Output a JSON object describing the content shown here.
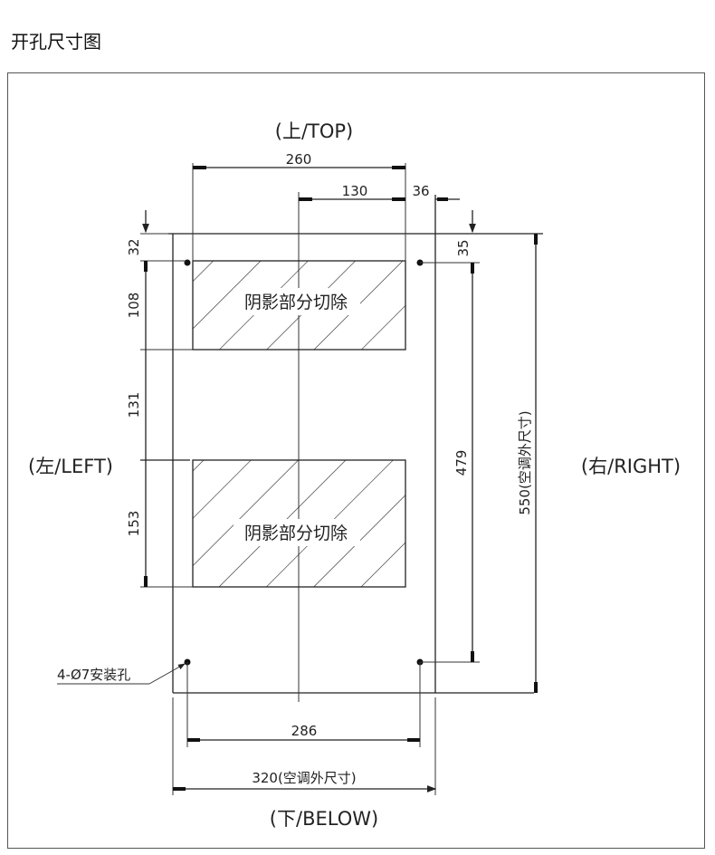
{
  "title": "开孔尺寸图",
  "labels": {
    "top": "(上/TOP)",
    "left": "(左/LEFT)",
    "right": "(右/RIGHT)",
    "below": "(下/BELOW)",
    "cutout_upper": "阴影部分切除",
    "cutout_lower": "阴影部分切除",
    "holes": "4-Ø7安装孔"
  },
  "dimensions": {
    "d260": "260",
    "d130": "130",
    "d36": "36",
    "d32": "32",
    "d108": "108",
    "d131": "131",
    "d153": "153",
    "d35": "35",
    "d479": "479",
    "d550": "550(空调外尺寸)",
    "d286": "286",
    "d320": "320(空调外尺寸)"
  }
}
